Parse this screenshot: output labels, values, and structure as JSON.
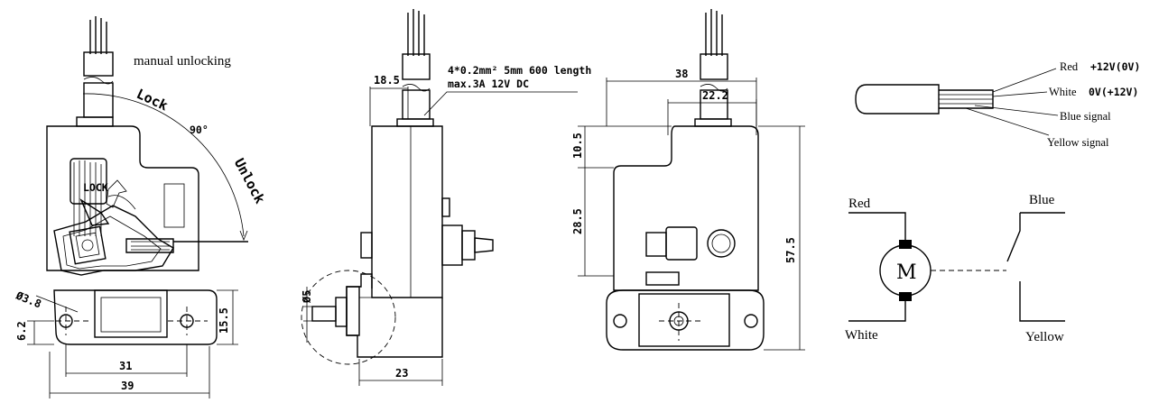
{
  "view1": {
    "manual_unlocking": "manual unlocking",
    "lock_arc": "Lock",
    "unlock_arc": "Unlock",
    "angle": "90°",
    "lock_label": "LOCK",
    "dim_hole": "Ø3.8",
    "dim_6_2": "6.2",
    "dim_15_5": "15.5",
    "dim_31": "31",
    "dim_39": "39"
  },
  "view2": {
    "dim_18_5": "18.5",
    "cable_spec": "4*0.2mm² 5mm 600 length",
    "rating": "max.3A 12V DC",
    "dim_5": "Ø5",
    "dim_23": "23"
  },
  "view3": {
    "dim_38": "38",
    "dim_22_2": "22.2",
    "dim_10_5": "10.5",
    "dim_28_5": "28.5",
    "dim_57_5": "57.5"
  },
  "wires": {
    "red_label": "Red",
    "red_voltage": "+12V(0V)",
    "white_label": "White",
    "white_voltage": "0V(+12V)",
    "blue_label": "Blue signal",
    "yellow_label": "Yellow signal"
  },
  "schematic": {
    "red": "Red",
    "white": "White",
    "blue": "Blue",
    "yellow": "Yellow",
    "motor": "M"
  }
}
